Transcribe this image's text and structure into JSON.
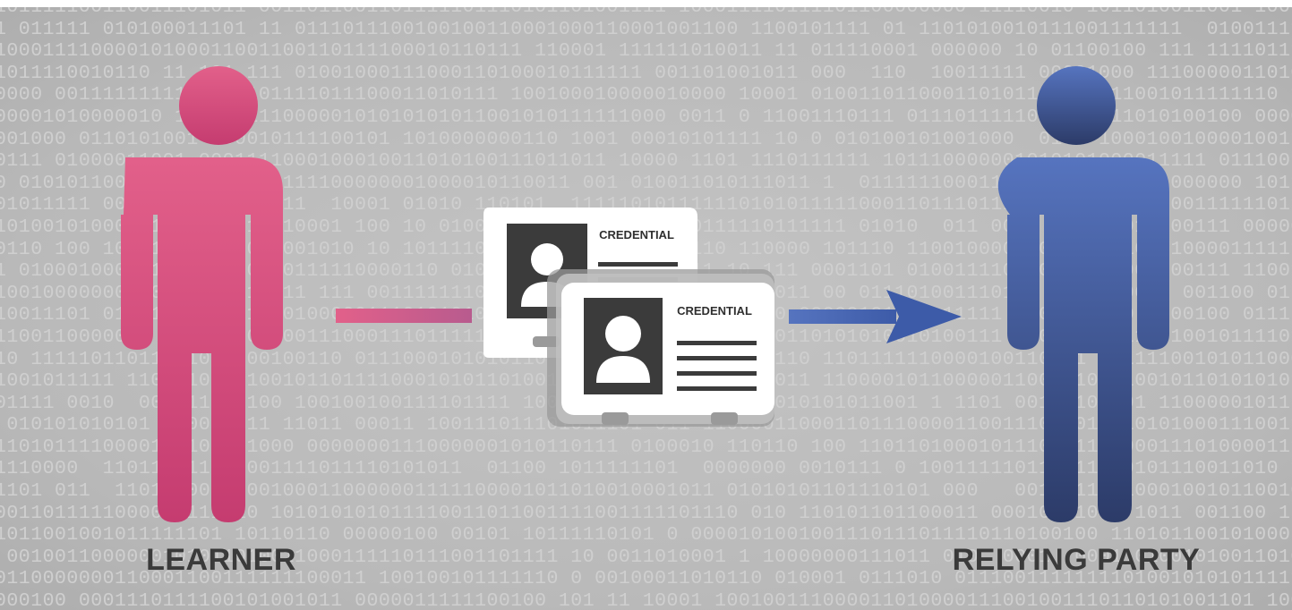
{
  "actors": {
    "learner": {
      "label": "LEARNER",
      "color_top": "#e2608a",
      "color_bottom": "#c53c70"
    },
    "relying_party": {
      "label": "RELYING PARTY",
      "color_top": "#5674bf",
      "color_bottom": "#2c3b68"
    }
  },
  "credentials": {
    "front": {
      "title": "CREDENTIAL"
    },
    "back": {
      "title": "CREDENTIAL"
    }
  },
  "connectors": {
    "left": {
      "color_from": "#e2608a",
      "color_to": "#b85b8e"
    },
    "right": {
      "color_from": "#5674bf",
      "color_to": "#3d5ba8",
      "arrow": true
    }
  },
  "background": {
    "pattern": "binary",
    "color": "#bdbdbd"
  }
}
